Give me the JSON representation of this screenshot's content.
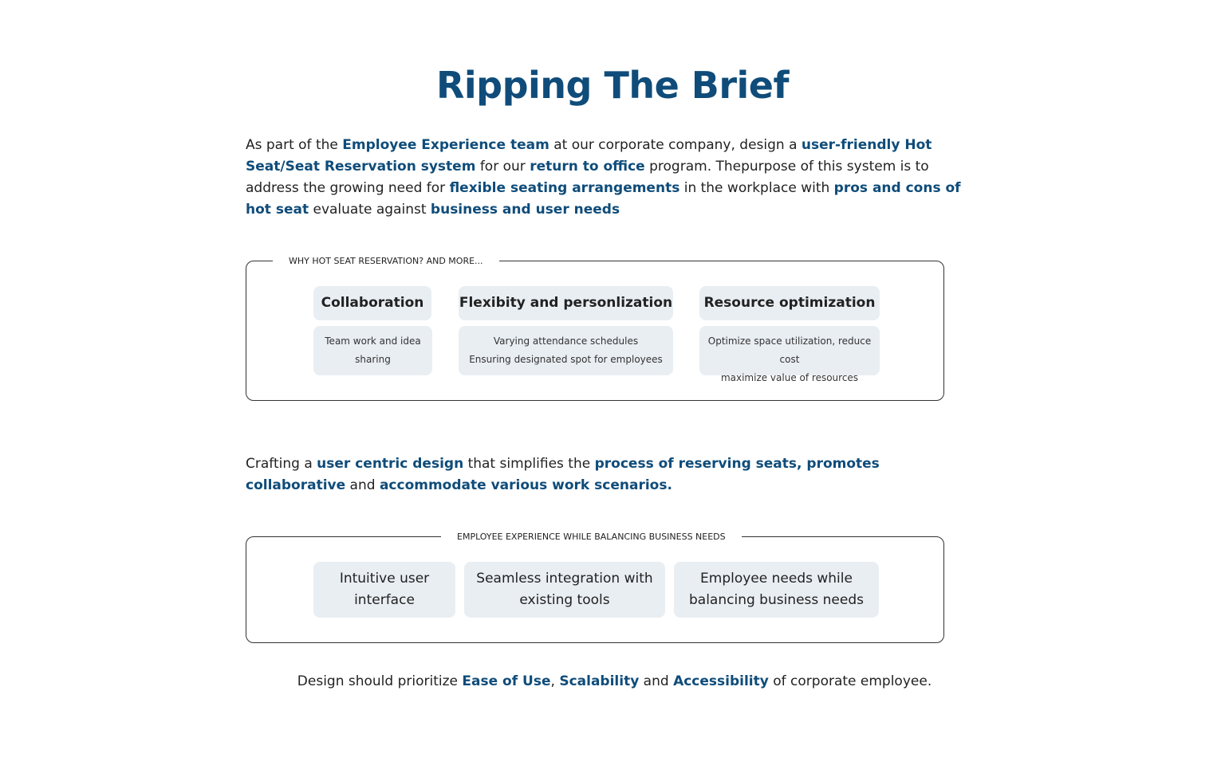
{
  "title": "Ripping The Brief",
  "intro": {
    "t1": "As part of the ",
    "h1": "Employee Experience team",
    "t2": " at our corporate company, design a ",
    "h2": "user-friendly Hot Seat/Seat Reservation system",
    "t3": " for our ",
    "h3": "return to office",
    "t4": " program. Thepurpose of this system is to address the growing need for ",
    "h4": "flexible seating arrangements",
    "t5": " in the workplace with ",
    "h5": "pros and cons of hot seat",
    "t6": " evaluate against ",
    "h6": "business and user needs"
  },
  "why_section": {
    "legend": "WHY HOT SEAT RESERVATION? AND MORE...",
    "cards": [
      {
        "title": "Collaboration",
        "lines": [
          "Team work and idea",
          "sharing"
        ]
      },
      {
        "title": "Flexibity and personlization",
        "lines": [
          "Varying attendance schedules",
          "Ensuring designated spot for employees"
        ]
      },
      {
        "title": "Resource optimization",
        "lines": [
          "Optimize space utilization, reduce cost",
          "maximize value of resources"
        ]
      }
    ]
  },
  "crafting": {
    "t1": "Crafting a ",
    "h1": "user centric design",
    "t2": " that simplifies the ",
    "h2": "process of reserving seats, promotes collaborative",
    "t3": "  and ",
    "h3": "accommodate various work scenarios."
  },
  "experience_section": {
    "legend": "EMPLOYEE EXPERIENCE WHILE BALANCING BUSINESS NEEDS",
    "cards": [
      {
        "lines": [
          "Intuitive user",
          "interface"
        ]
      },
      {
        "lines": [
          "Seamless integration with",
          "existing tools"
        ]
      },
      {
        "lines": [
          "Employee needs while",
          "balancing business needs"
        ]
      }
    ]
  },
  "closing": {
    "t1": "Design should prioritize ",
    "h1": "Ease of Use",
    "t2": ",  ",
    "h2": "Scalability",
    "t3": " and ",
    "h3": "Accessibility",
    "t4": " of corporate employee."
  }
}
